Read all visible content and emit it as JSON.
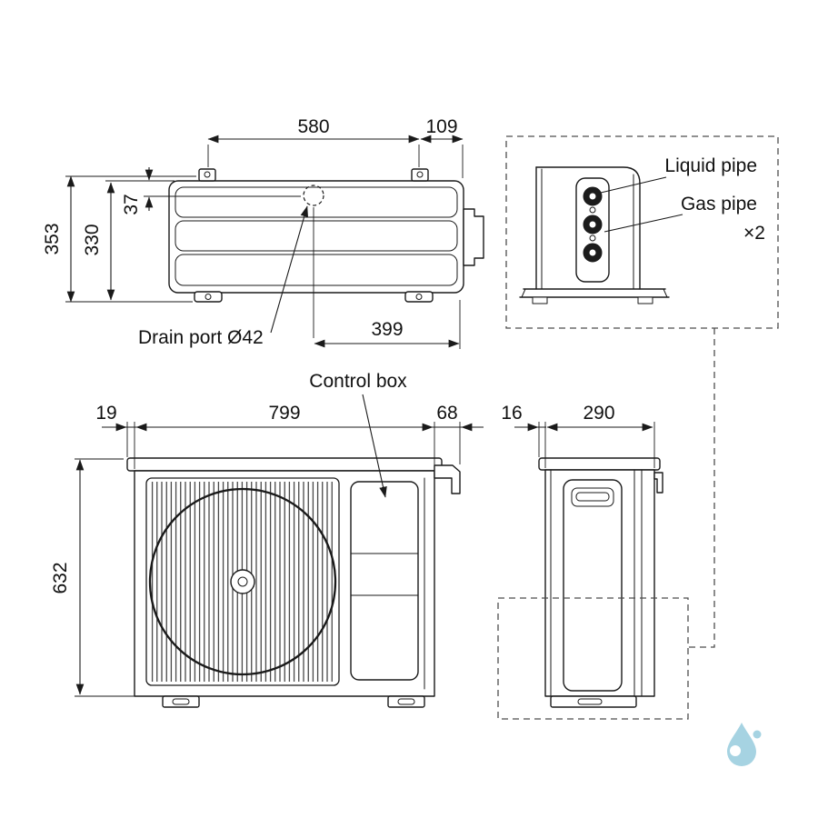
{
  "top_view": {
    "dim_top_left": "580",
    "dim_top_right": "109",
    "dim_height_overall": "353",
    "dim_height_body": "330",
    "dim_drain_offset": "37",
    "dim_drain_to_side": "399",
    "drain_port_label": "Drain port Ø42"
  },
  "pipe_detail": {
    "liquid_pipe_label": "Liquid pipe",
    "gas_pipe_label": "Gas pipe",
    "quantity_note": "×2"
  },
  "front_view": {
    "control_box_label": "Control box",
    "dim_left_overhang": "19",
    "dim_width": "799",
    "dim_bracket": "68",
    "dim_height": "632"
  },
  "side_view": {
    "dim_left_overhang": "16",
    "dim_depth": "290"
  },
  "colors": {
    "line": "#1a1a1a",
    "dashed_line": "#4d4d4d",
    "logo_blue": "#a6d3e2"
  }
}
